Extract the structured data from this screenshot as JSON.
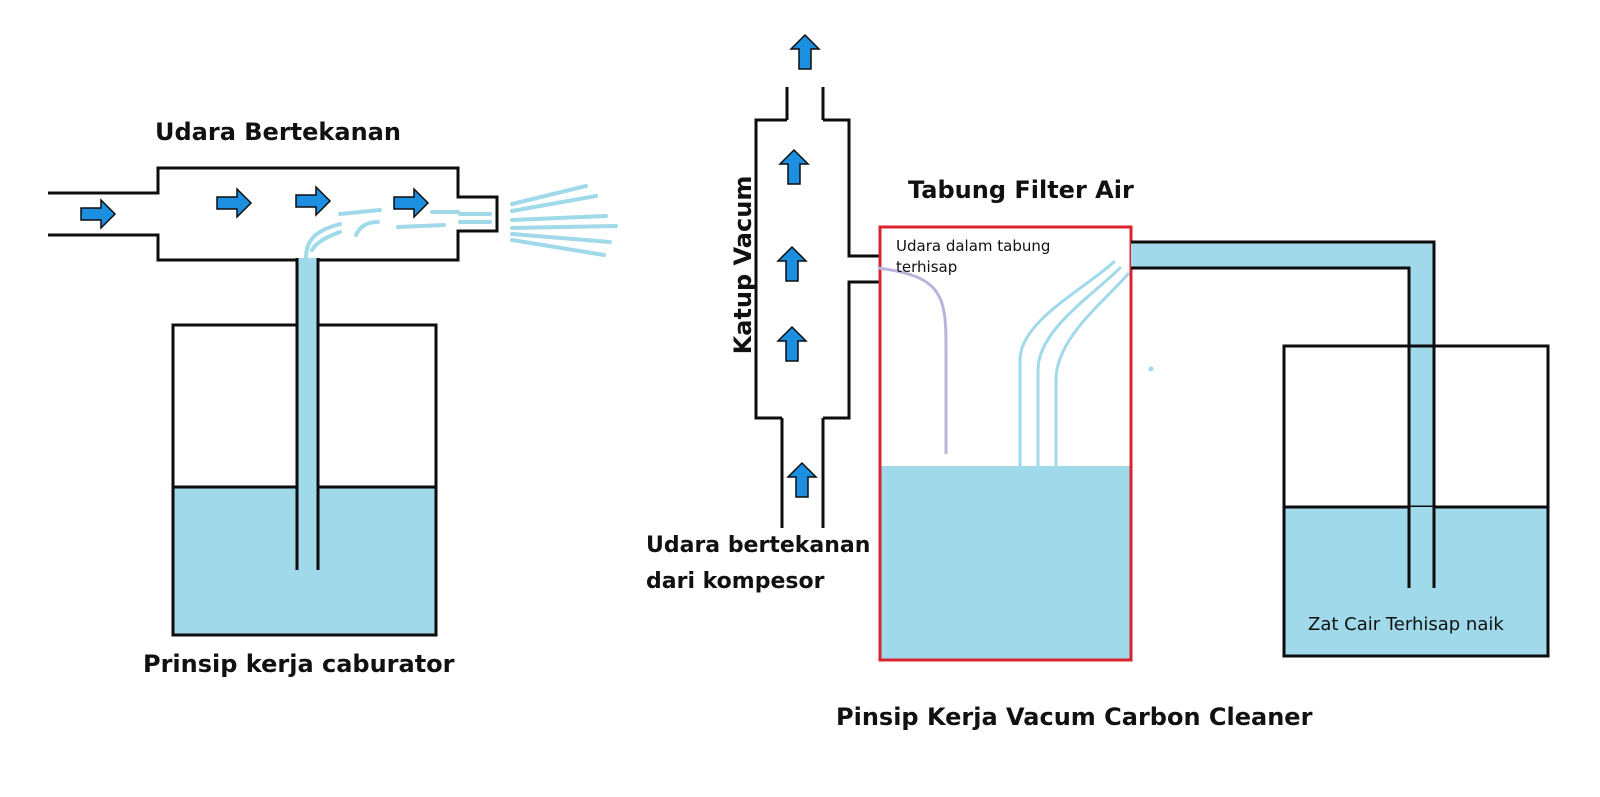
{
  "labels": {
    "carb_air": "Udara Bertekanan",
    "carb_title": "Prinsip kerja caburator",
    "katup": "Katup Vacum",
    "filter_tank": "Tabung Filter Air",
    "tank_air": "Udara dalam tabung terhisap",
    "compressor_line1": "Udara bertekanan",
    "compressor_line2": "dari kompesor",
    "liquid_rises": "Zat Cair Terhisap naik",
    "vacuum_title": "Pinsip Kerja Vacum Carbon Cleaner"
  },
  "colors": {
    "water": "#9fd9ea",
    "arrow_fill": "#1c8fe0",
    "arrow_stroke": "#0d0d0d",
    "outline": "#0d0d0d",
    "filter_tank_border": "#d9232f",
    "suction_line": "#b9b4dc"
  }
}
